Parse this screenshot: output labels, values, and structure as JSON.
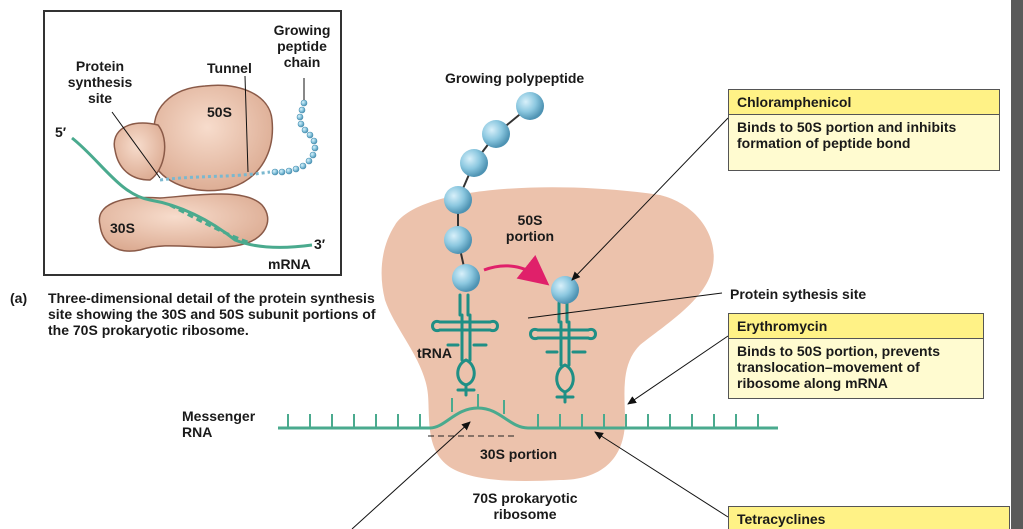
{
  "inset": {
    "label_protein_site": "Protein synthesis site",
    "label_protein_site_l1": "Protein",
    "label_protein_site_l2": "synthesis",
    "label_protein_site_l3": "site",
    "label_tunnel": "Tunnel",
    "label_growing_l1": "Growing",
    "label_growing_l2": "peptide",
    "label_growing_l3": "chain",
    "label_50s": "50S",
    "label_30s": "30S",
    "label_5prime": "5′",
    "label_3prime": "3′",
    "label_mrna": "mRNA"
  },
  "caption": {
    "tag": "(a)",
    "text": "Three-dimensional detail of the protein synthesis site showing the 30S and 50S subunit portions of the 70S prokaryotic ribosome."
  },
  "main": {
    "growing_polypeptide": "Growing polypeptide",
    "portion_50s_l1": "50S",
    "portion_50s_l2": "portion",
    "portion_30s": "30S portion",
    "trna": "tRNA",
    "messenger_l1": "Messenger",
    "messenger_l2": "RNA",
    "ribosome_l1": "70S prokaryotic",
    "ribosome_l2": "ribosome",
    "protein_site": "Protein sythesis site"
  },
  "drugs": [
    {
      "name": "Chloramphenicol",
      "desc_l1": "Binds to 50S portion and inhibits",
      "desc_l2": "formation of peptide bond"
    },
    {
      "name": "Erythromycin",
      "desc_l1": "Binds to 50S portion, prevents",
      "desc_l2": "translocation–movement of",
      "desc_l3": "ribosome along mRNA"
    },
    {
      "name": "Tetracyclines"
    }
  ],
  "colors": {
    "ribosome_fill": "#ecc2ac",
    "inset_ribosome": "#e8c2ae",
    "strand": "#4aaa8e",
    "bead": "#8cc8e0",
    "arrow": "#e0206a",
    "box_head": "#fff286"
  }
}
